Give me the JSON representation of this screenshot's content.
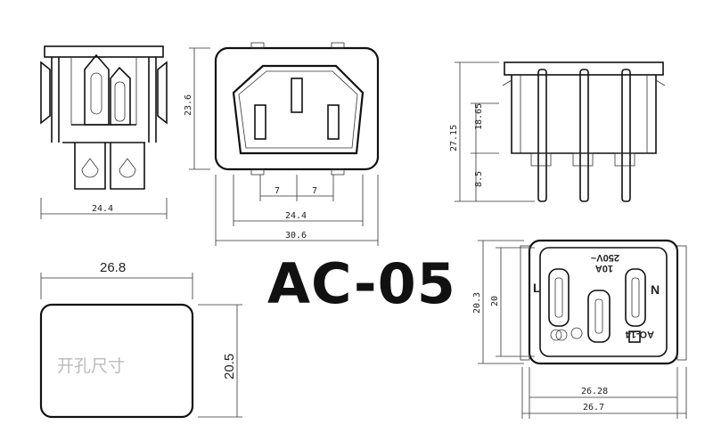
{
  "title": "AC-05",
  "cutout_label": "开孔尺寸",
  "dims": {
    "side_width": "24.4",
    "front_pin_gap_left": "7",
    "front_pin_gap_right": "7",
    "front_height": "23.6",
    "front_inner_width": "24.4",
    "front_outer_width": "30.6",
    "profile_total_height": "27.15",
    "profile_body_height": "18.65",
    "profile_pin_length": "8.5",
    "cutout_width": "26.8",
    "cutout_height": "20.5",
    "back_outer_height": "20.3",
    "back_inner_height": "20",
    "back_inner_width": "26.28",
    "back_outer_width": "26.7"
  },
  "markings": {
    "voltage": "250V~",
    "current": "10A",
    "left": "L",
    "neutral": "N",
    "model": "AO-14"
  }
}
